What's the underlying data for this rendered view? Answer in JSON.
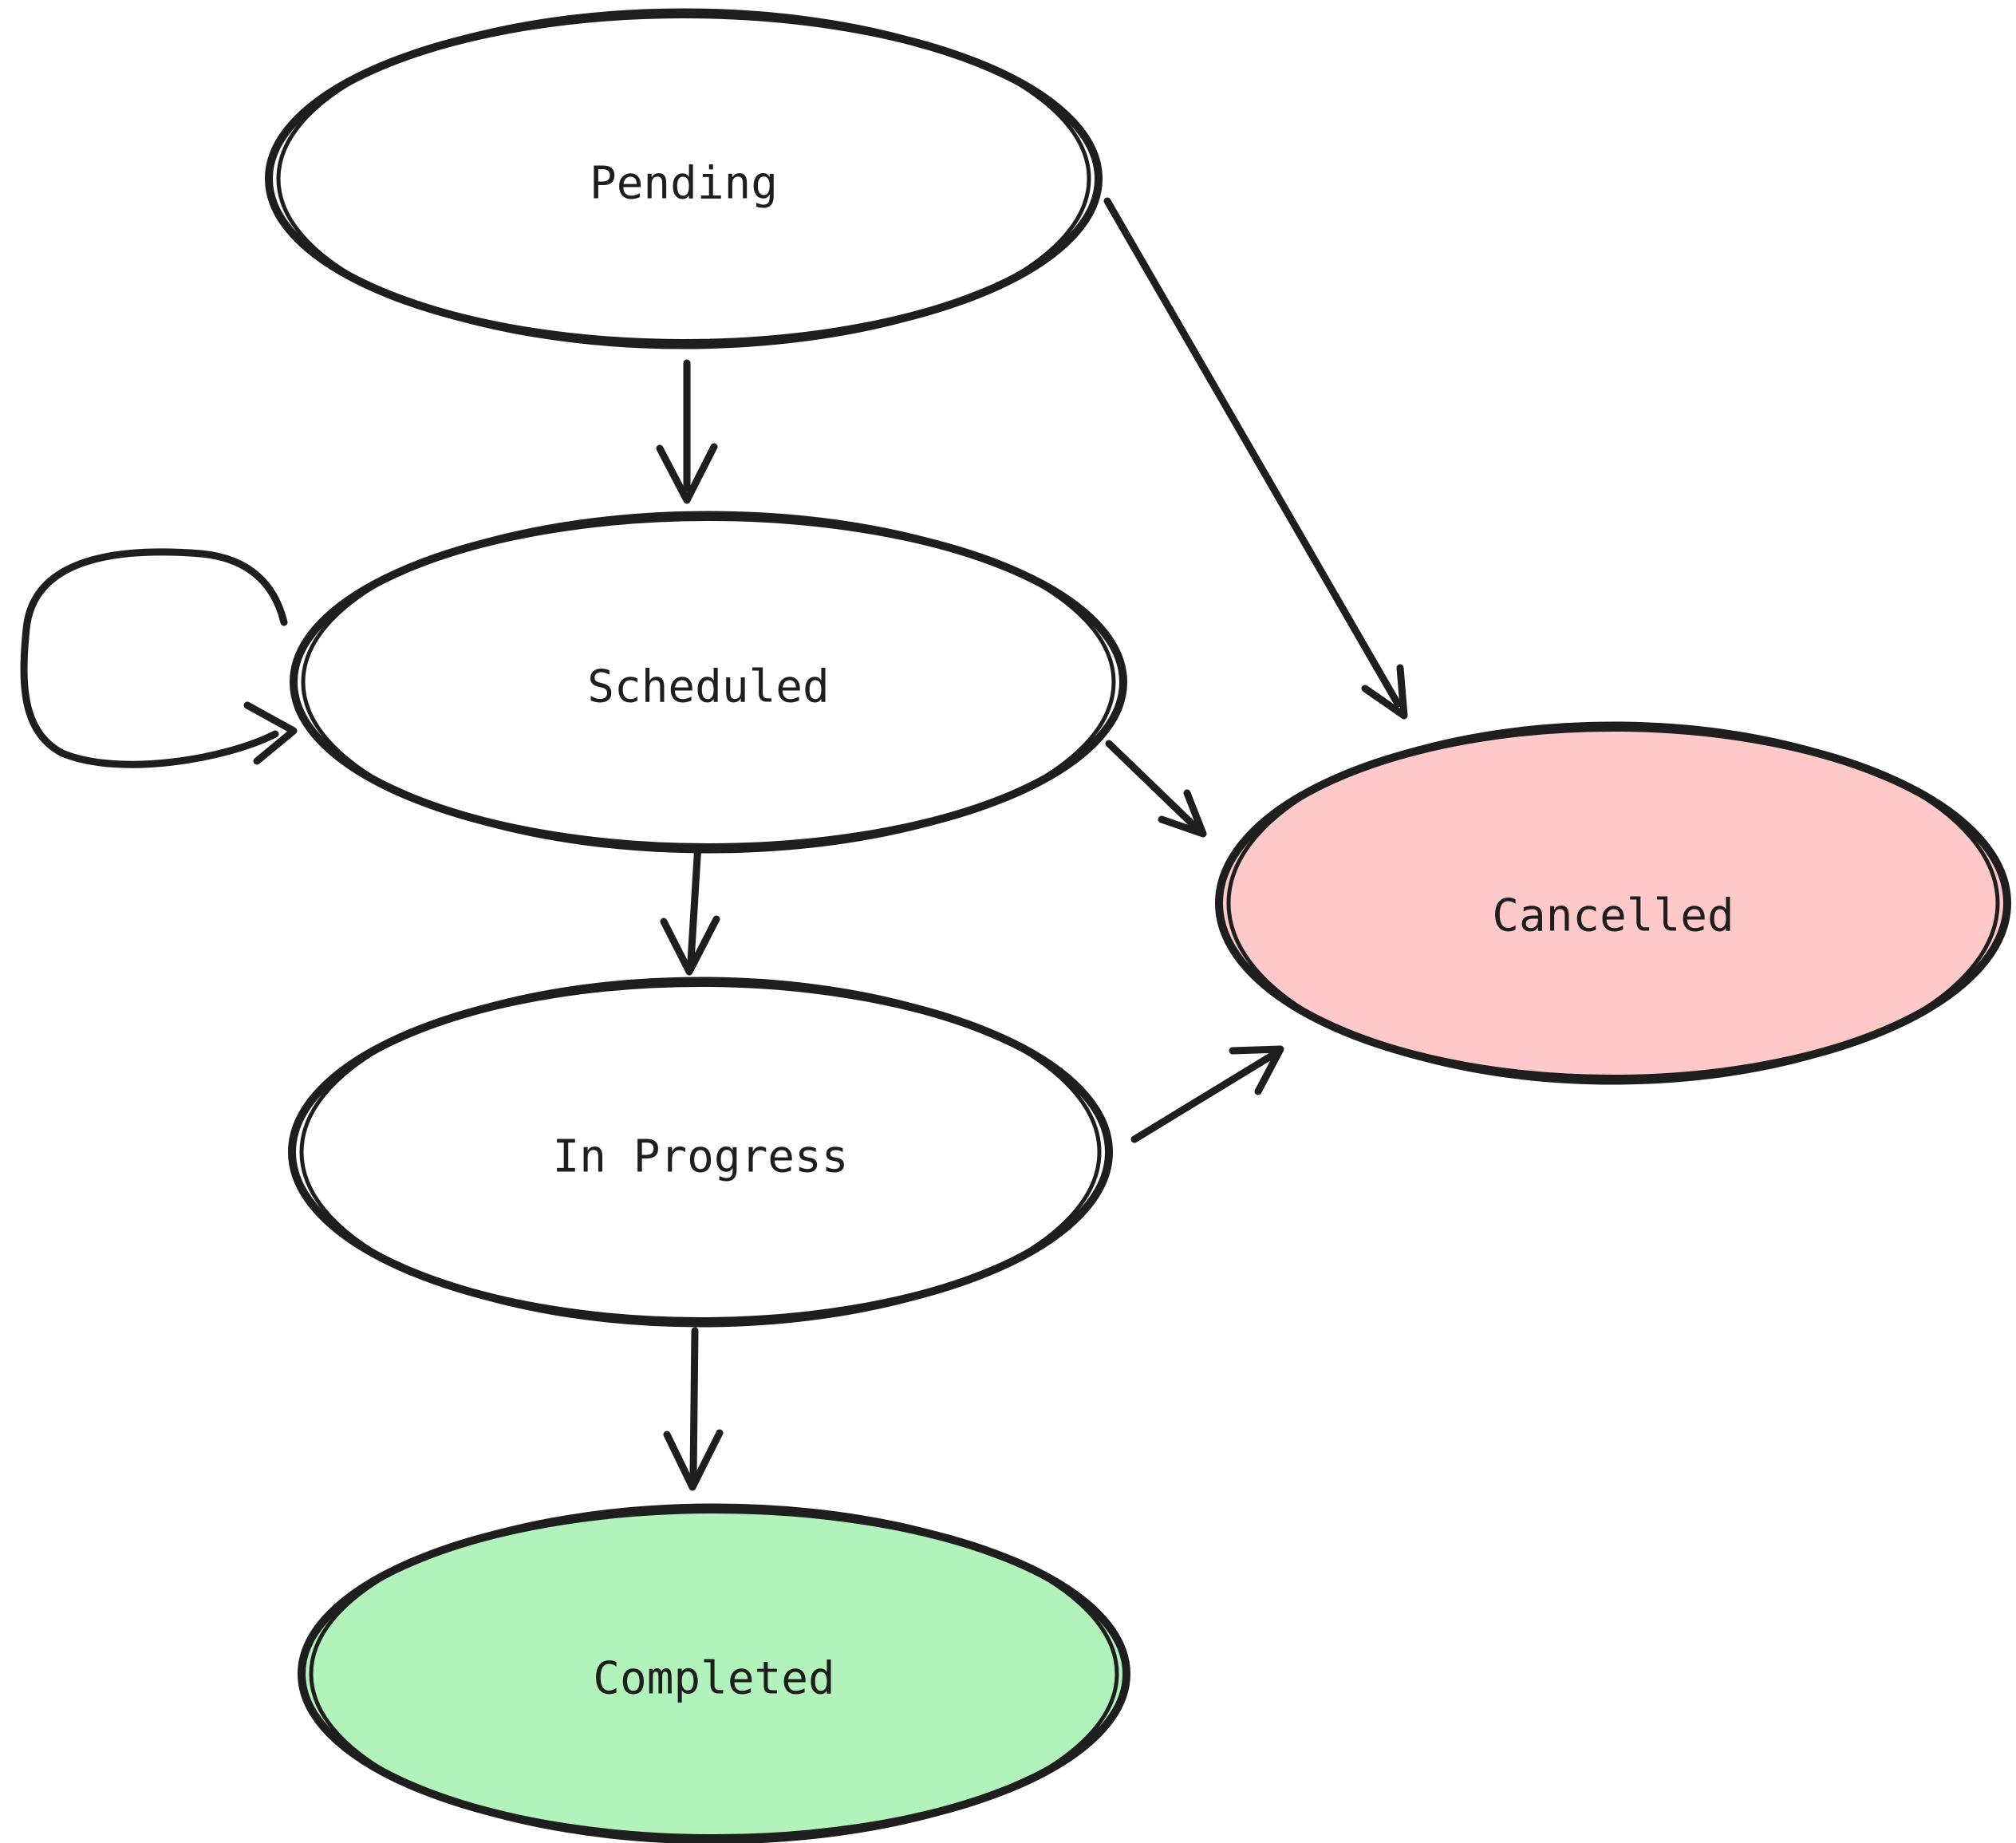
{
  "canvas": {
    "background": "#ffffff",
    "stroke_color": "#1e1e1e",
    "style": "hand-drawn"
  },
  "diagram": {
    "type": "state-diagram",
    "nodes": [
      {
        "id": "pending",
        "label": "Pending",
        "shape": "ellipse",
        "fill": "#ffffff"
      },
      {
        "id": "scheduled",
        "label": "Scheduled",
        "shape": "ellipse",
        "fill": "#ffffff"
      },
      {
        "id": "in-progress",
        "label": "In Progress",
        "shape": "ellipse",
        "fill": "#ffffff"
      },
      {
        "id": "completed",
        "label": "Completed",
        "shape": "ellipse",
        "fill": "#b2f2bb"
      },
      {
        "id": "cancelled",
        "label": "Cancelled",
        "shape": "ellipse",
        "fill": "#ffc9c9"
      }
    ],
    "edges": [
      {
        "from": "pending",
        "to": "scheduled",
        "kind": "arrow"
      },
      {
        "from": "pending",
        "to": "cancelled",
        "kind": "arrow"
      },
      {
        "from": "scheduled",
        "to": "scheduled",
        "kind": "self-loop-arrow"
      },
      {
        "from": "scheduled",
        "to": "in-progress",
        "kind": "arrow"
      },
      {
        "from": "scheduled",
        "to": "cancelled",
        "kind": "arrow"
      },
      {
        "from": "in-progress",
        "to": "completed",
        "kind": "arrow"
      },
      {
        "from": "in-progress",
        "to": "cancelled",
        "kind": "arrow"
      }
    ]
  }
}
